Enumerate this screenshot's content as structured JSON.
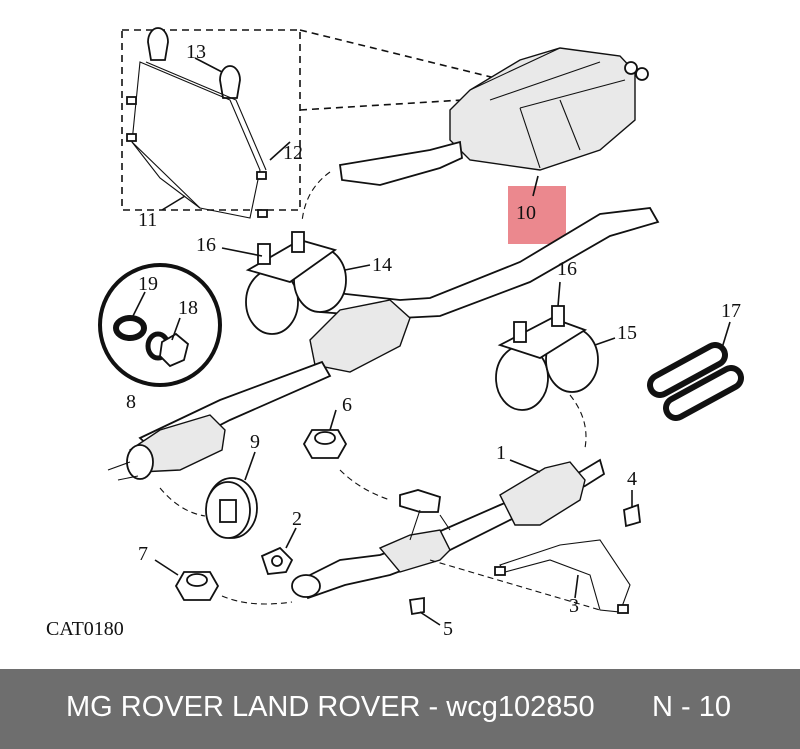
{
  "diagram": {
    "code": "CAT0180",
    "callouts": {
      "c1": "1",
      "c2": "2",
      "c3": "3",
      "c4": "4",
      "c5": "5",
      "c6": "6",
      "c7": "7",
      "c8": "8",
      "c9": "9",
      "c10": "10",
      "c11": "11",
      "c12": "12",
      "c13": "13",
      "c14": "14",
      "c15": "15",
      "c16a": "16",
      "c16b": "16",
      "c17": "17",
      "c18": "18",
      "c19": "19"
    },
    "highlight_color": "#e8737a"
  },
  "footer": {
    "left": "MG ROVER LAND ROVER - wcg102850",
    "right": "N - 10",
    "background": "#6e6e6e"
  }
}
